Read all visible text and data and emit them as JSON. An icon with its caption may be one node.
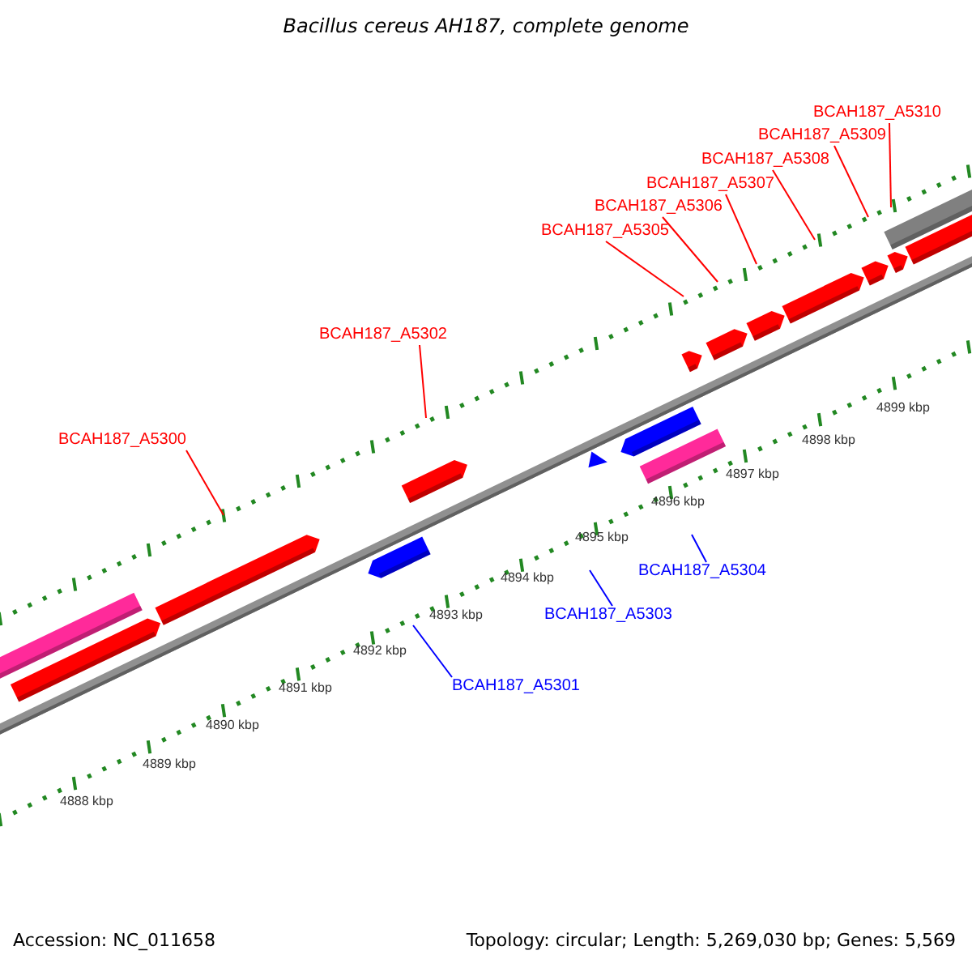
{
  "diagram": {
    "title": "Bacillus cereus AH187, complete genome",
    "nodes": [
      {
        "text": [
          "BCAH187_A5300"
        ]
      },
      {
        "text": [
          "BCAH187_A5302"
        ]
      },
      {
        "text": [
          "BCAH187_A5305"
        ]
      },
      {
        "text": [
          "BCAH187_A5306"
        ]
      },
      {
        "text": [
          "BCAH187_A5307"
        ]
      },
      {
        "text": [
          "BCAH187_A5308"
        ]
      },
      {
        "text": [
          "BCAH187_A5309"
        ]
      },
      {
        "text": [
          "BCAH187_A5310"
        ]
      },
      {
        "text": [
          "BCAH187_A5301"
        ]
      },
      {
        "text": [
          "BCAH187_A5303"
        ]
      },
      {
        "text": [
          "BCAH187_A5304"
        ]
      }
    ],
    "edges": [
      {
        "from": 0,
        "to": null,
        "arrow": "none"
      },
      {
        "from": 1,
        "to": null,
        "arrow": "none"
      },
      {
        "from": 2,
        "to": null,
        "arrow": "none"
      },
      {
        "from": 3,
        "to": null,
        "arrow": "none"
      },
      {
        "from": 4,
        "to": null,
        "arrow": "none"
      },
      {
        "from": 5,
        "to": null,
        "arrow": "none"
      },
      {
        "from": 6,
        "to": null,
        "arrow": "none"
      },
      {
        "from": 7,
        "to": null,
        "arrow": "none"
      },
      {
        "from": 8,
        "to": null,
        "arrow": "none",
        "color": "#0000ff"
      },
      {
        "from": 9,
        "to": null,
        "arrow": "none",
        "color": "#0000ff"
      },
      {
        "from": 10,
        "to": null,
        "arrow": "none",
        "color": "#0000ff"
      }
    ],
    "labels": [
      "4899 kbp",
      "4898 kbp",
      "4897 kbp",
      "4896 kbp",
      "4895 kbp",
      "4894 kbp",
      "4893 kbp",
      "4892 kbp",
      "4891 kbp",
      "4890 kbp",
      "4889 kbp",
      "4888 kbp",
      "Accession: NC_011658",
      "Topology: circular; Length: 5,269,030 bp; Genes: 5,569"
    ]
  }
}
